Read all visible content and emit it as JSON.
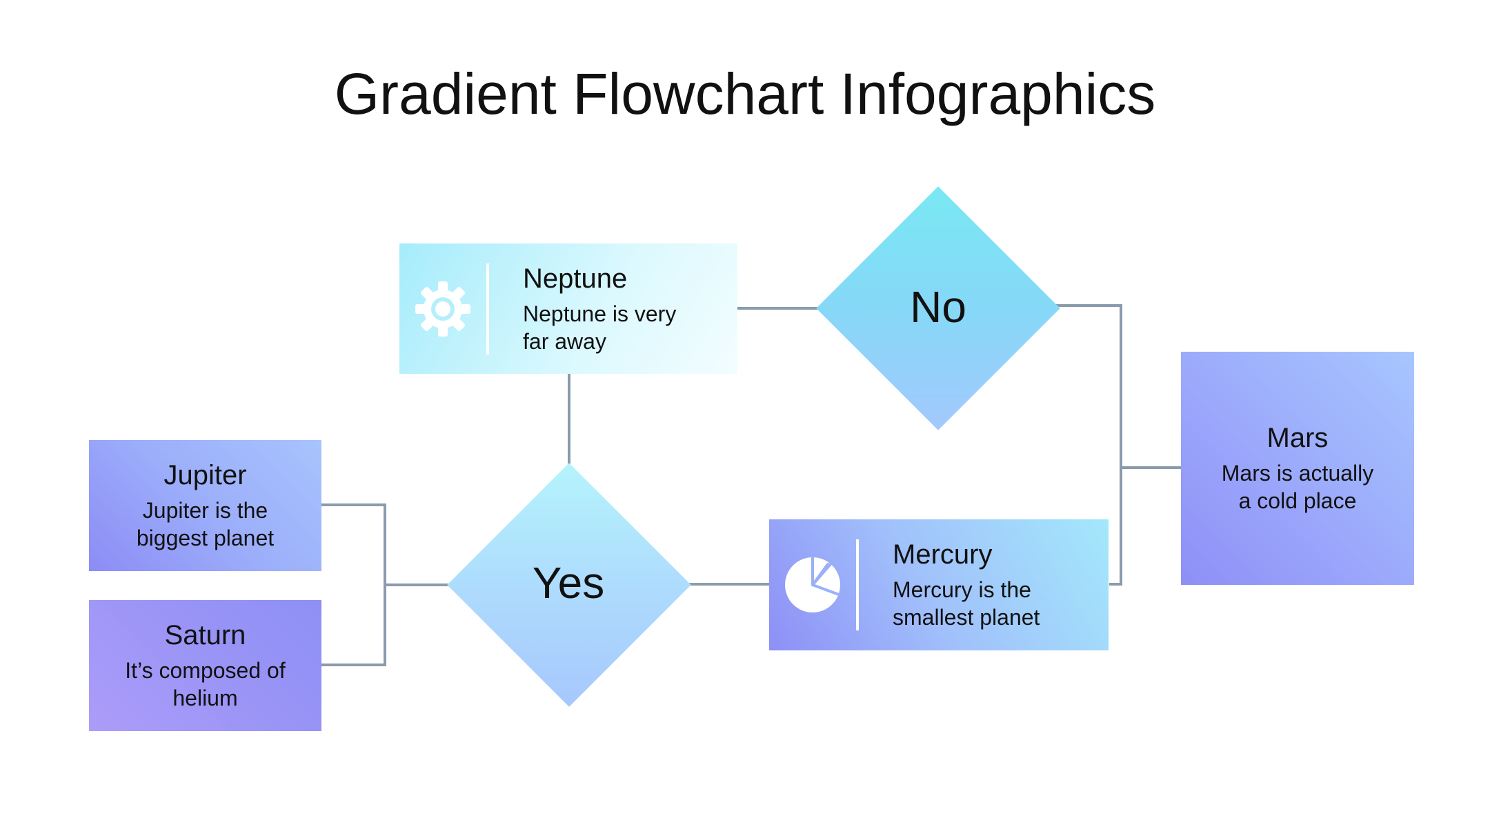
{
  "title": "Gradient Flowchart Infographics",
  "decisions": {
    "no": "No",
    "yes": "Yes"
  },
  "nodes": {
    "neptune": {
      "title": "Neptune",
      "text_line1": "Neptune is very",
      "text_line2": "far away",
      "icon": "gear-icon"
    },
    "mercury": {
      "title": "Mercury",
      "text_line1": "Mercury is the",
      "text_line2": "smallest planet",
      "icon": "pie-chart-icon"
    },
    "jupiter": {
      "title": "Jupiter",
      "text_line1": "Jupiter is the",
      "text_line2": "biggest planet"
    },
    "saturn": {
      "title": "Saturn",
      "text_line1": "It’s composed of",
      "text_line2": "helium"
    },
    "mars": {
      "title": "Mars",
      "text_line1": "Mars is actually",
      "text_line2": "a cold place"
    }
  },
  "colors": {
    "connector": "#8a9bab",
    "cyan": "#77e6f3",
    "light_cyan": "#b4f4fc",
    "light_blue": "#a6c8fd",
    "periwinkle": "#8d8df5",
    "lavender": "#ab9cf8"
  }
}
